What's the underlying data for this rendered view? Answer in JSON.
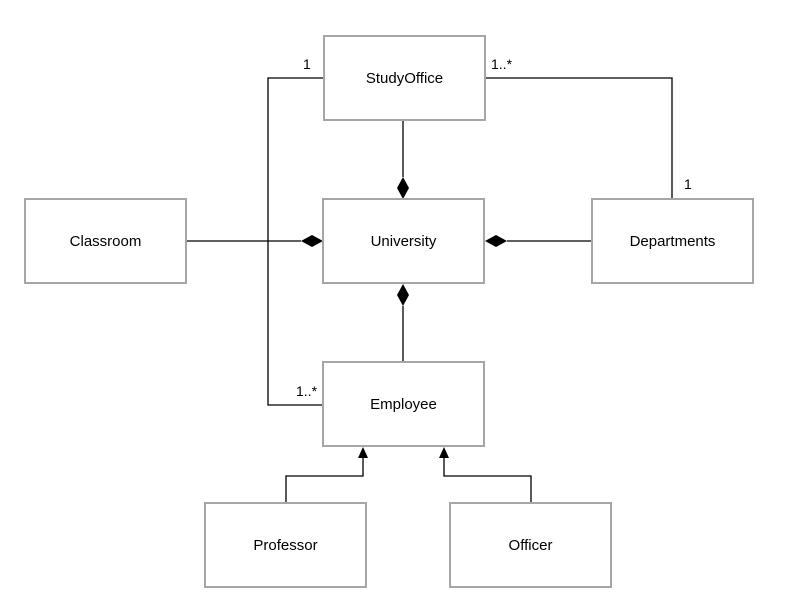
{
  "classes": {
    "study_office": "StudyOffice",
    "university": "University",
    "classroom": "Classroom",
    "departments": "Departments",
    "employee": "Employee",
    "professor": "Professor",
    "officer": "Officer"
  },
  "multiplicities": {
    "study_office_to_employee_source": "1",
    "study_office_to_departments_source": "1..*",
    "departments_end": "1",
    "employee_end": "1..*"
  },
  "colors": {
    "box_border": "#a6a6a6",
    "line": "#000000",
    "background": "#ffffff"
  },
  "relationships": [
    {
      "from": "StudyOffice",
      "to": "University",
      "kind": "composition"
    },
    {
      "from": "Classroom",
      "to": "University",
      "kind": "composition"
    },
    {
      "from": "Departments",
      "to": "University",
      "kind": "composition"
    },
    {
      "from": "Employee",
      "to": "University",
      "kind": "composition"
    },
    {
      "from": "Professor",
      "to": "Employee",
      "kind": "generalization"
    },
    {
      "from": "Officer",
      "to": "Employee",
      "kind": "generalization"
    },
    {
      "from": "StudyOffice",
      "to": "Employee",
      "kind": "association"
    },
    {
      "from": "StudyOffice",
      "to": "Departments",
      "kind": "association"
    }
  ]
}
